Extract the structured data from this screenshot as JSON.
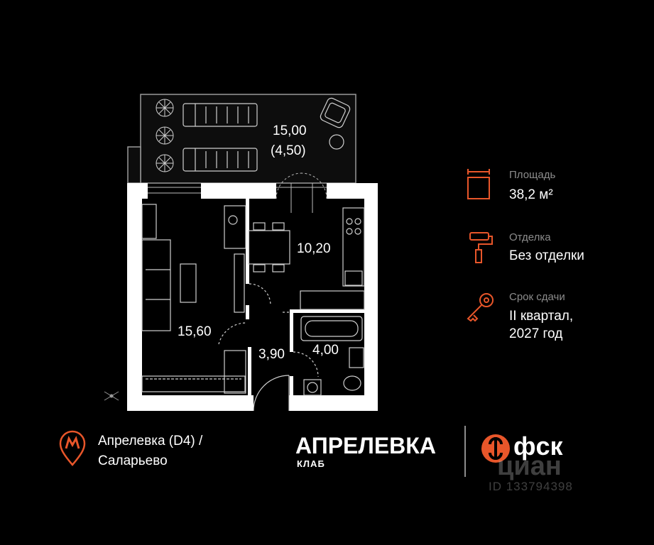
{
  "rooms": {
    "balcony_area": "15,00",
    "balcony_reduced": "(4,50)",
    "kitchen_area": "10,20",
    "living_area": "15,60",
    "hall_area": "3,90",
    "bath_area": "4,00"
  },
  "info": {
    "area_title": "Площадь",
    "area_value": "38,2 м²",
    "finish_title": "Отделка",
    "finish_value": "Без отделки",
    "deadline_title": "Срок сдачи",
    "deadline_line1": "II квартал,",
    "deadline_line2": "2027 год"
  },
  "metro": {
    "line1": "Апрелевка (D4)  /",
    "line2": "Саларьево",
    "icon_letter": "М"
  },
  "brand": {
    "name": "АПРЕЛЕВКА",
    "sub": "КЛАБ",
    "developer": "фск"
  },
  "watermark": {
    "text": "циан",
    "id": "ID 133794398"
  },
  "colors": {
    "accent": "#e8562a",
    "background": "#000000",
    "muted": "#8c8c8c"
  }
}
